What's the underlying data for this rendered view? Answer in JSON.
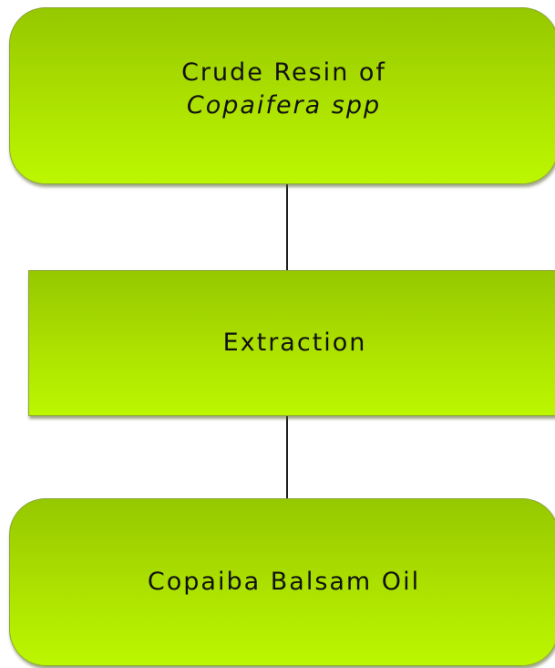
{
  "nodes": [
    {
      "line1": "Crude Resin of",
      "line2": "Copaifera spp"
    },
    {
      "label": "Extraction"
    },
    {
      "label": "Copaiba Balsam Oil"
    }
  ],
  "colors": {
    "node_fill_top": "#96c800",
    "node_fill_bottom": "#bcf700",
    "node_border": "#8aa53a",
    "connector": "#1f1f1f",
    "text": "#111111"
  }
}
